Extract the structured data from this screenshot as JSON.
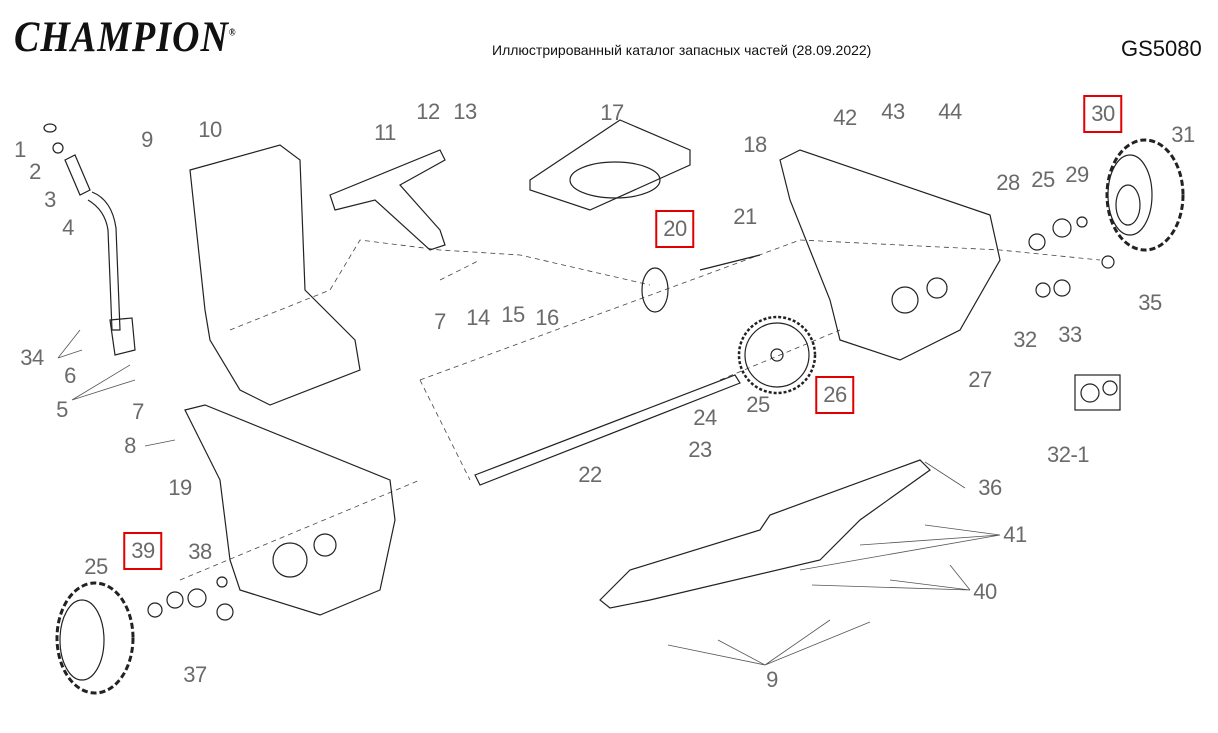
{
  "header": {
    "brand": "CHAMPION",
    "registered": "®",
    "title": "Иллюстрированный каталог запасных частей (28.09.2022)",
    "model": "GS5080"
  },
  "highlight_color": "#e00000",
  "part_labels": [
    "1",
    "2",
    "3",
    "4",
    "34",
    "6",
    "5",
    "7",
    "8",
    "9",
    "10",
    "11",
    "12",
    "13",
    "17",
    "18",
    "20",
    "21",
    "7",
    "14",
    "15",
    "16",
    "42",
    "43",
    "44",
    "30",
    "31",
    "28",
    "25",
    "29",
    "35",
    "32",
    "33",
    "27",
    "26",
    "25",
    "24",
    "23",
    "22",
    "32-1",
    "36",
    "41",
    "40",
    "9",
    "19",
    "39",
    "38",
    "25",
    "37"
  ],
  "highlighted_parts": [
    "20",
    "30",
    "26",
    "39"
  ]
}
